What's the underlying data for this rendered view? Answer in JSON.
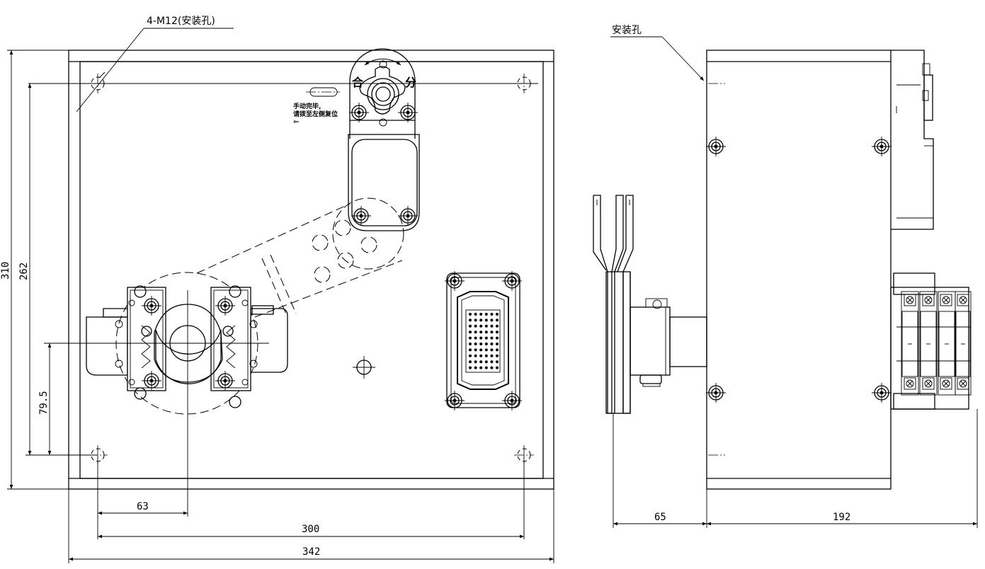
{
  "front_view": {
    "hole_callout": "4-M12(安装孔)",
    "rotate_left_label": "合",
    "rotate_right_label": "分",
    "manual_note_line1": "手动完毕,",
    "manual_note_line2": "请拨至左侧复位",
    "arrow_glyph": "⇐",
    "dim_height_total": "310",
    "dim_height_holes": "262",
    "dim_axis_height": "79.5",
    "dim_axis_offset": "63",
    "dim_width_holes": "300",
    "dim_width_total": "342"
  },
  "side_view": {
    "hole_callout": "安装孔",
    "dim_handle_depth": "65",
    "dim_body_depth": "192"
  }
}
